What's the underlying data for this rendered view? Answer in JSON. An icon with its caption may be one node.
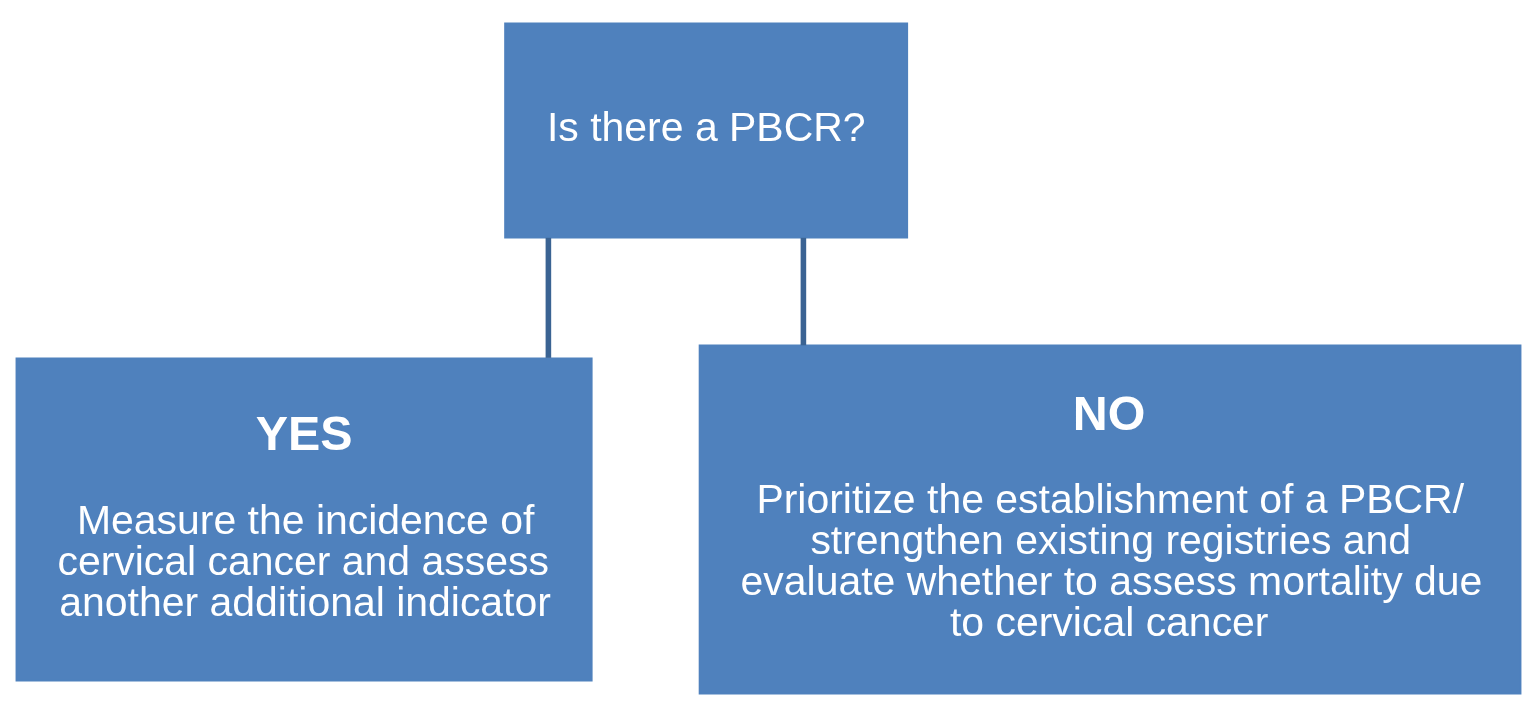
{
  "diagram": {
    "nodes": [
      {
        "text": [
          "Is there a PBCR?"
        ]
      },
      {
        "text": [
          "YES",
          "Measure the incidence of cervical cancer and assess another additional indicator"
        ]
      },
      {
        "text": [
          "NO",
          "Prioritize the establishment of a PBCR/ strengthen existing registries and evaluate whether to assess mortality due to cervical cancer"
        ]
      }
    ],
    "edges": [
      {
        "from": 0,
        "to": 1,
        "arrow": "none"
      },
      {
        "from": 0,
        "to": 2,
        "arrow": "none"
      }
    ]
  }
}
